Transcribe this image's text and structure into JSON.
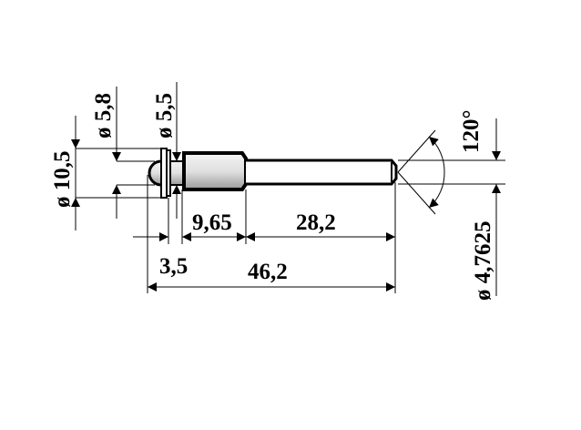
{
  "drawing": {
    "dimensions": {
      "dia_flange": "ø 10,5",
      "dia_dome": "ø 5,8",
      "dia_neck": "ø 5,5",
      "dia_shaft": "ø 4,7625",
      "len_flange": "3,5",
      "len_body": "9,65",
      "len_shaft": "28,2",
      "len_total": "46,2",
      "tip_angle": "120°"
    },
    "colors": {
      "line": "#000000",
      "body_fill": "#d8d8d8"
    }
  }
}
